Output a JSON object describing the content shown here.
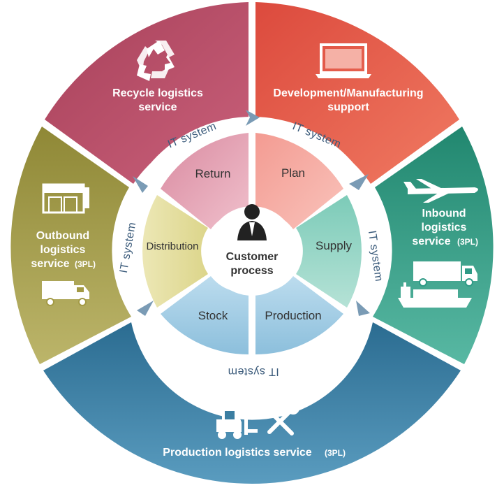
{
  "outer_ring": {
    "recycle": {
      "line1": "Recycle logistics",
      "line2": "service",
      "color": "#b04a63"
    },
    "development": {
      "line1": "Development/Manufacturing",
      "line2": "support",
      "color": "#e2574a"
    },
    "inbound": {
      "line1": "Inbound",
      "line2": "logistics",
      "line3": "service",
      "suffix": "(3PL)",
      "color": "#2f9a86"
    },
    "production": {
      "line1": "Production logistics service",
      "suffix": "(3PL)",
      "color": "#3b7ea1"
    },
    "outbound": {
      "line1": "Outbound",
      "line2": "logistics",
      "line3": "service",
      "suffix": "(3PL)",
      "color": "#a39a45"
    }
  },
  "it_system": {
    "label_1": "IT system",
    "label_2": "IT system",
    "label_3": "IT system",
    "label_4": "IT system",
    "label_5": "IT system"
  },
  "inner_ring": {
    "return": "Return",
    "plan": "Plan",
    "supply": "Supply",
    "production": "Production",
    "stock": "Stock",
    "distribution": "Distribution"
  },
  "center": {
    "line1": "Customer",
    "line2": "process"
  },
  "colors": {
    "ring_white": "#ffffff",
    "arrow": "#7a9bb5",
    "return": "#e2a1b4",
    "plan": "#f5a8a0",
    "supply": "#8fd3c2",
    "production": "#9fc8e2",
    "stock": "#9fc8e2",
    "distribution": "#e6e0a0"
  }
}
